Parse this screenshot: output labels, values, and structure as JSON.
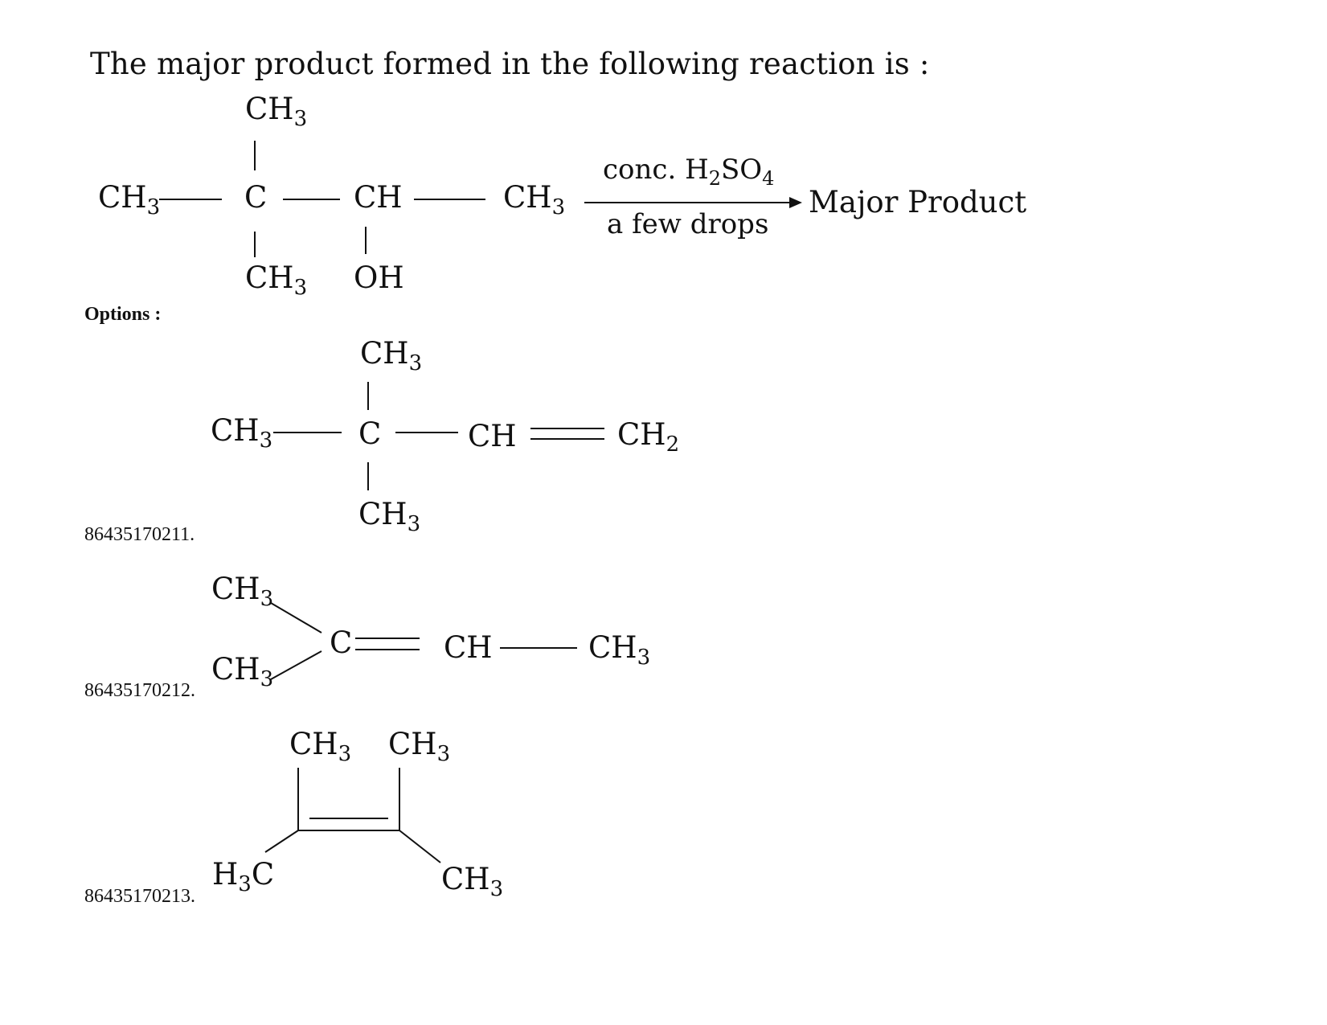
{
  "question": "The major product formed in the following reaction is :",
  "reactant": {
    "top_ch3": "CH3",
    "left_ch3": "CH3",
    "center_c": "C",
    "ch": "CH",
    "right_ch3": "CH3",
    "bottom_ch3": "CH3",
    "oh": "OH"
  },
  "reagent": {
    "above": "conc. H2SO4",
    "below": "a few drops"
  },
  "product_label": "Major Product",
  "options_label": "Options :",
  "options": [
    {
      "number": "86435170211.",
      "labels": {
        "top": "CH3",
        "left": "CH3",
        "c": "C",
        "ch": "CH",
        "ch2": "CH2",
        "bottom": "CH3"
      }
    },
    {
      "number": "86435170212.",
      "labels": {
        "ch3_upper": "CH3",
        "ch3_lower": "CH3",
        "c": "C",
        "ch": "CH",
        "ch3_right": "CH3"
      }
    },
    {
      "number": "86435170213.",
      "labels": {
        "ch3_top_left": "CH3",
        "ch3_top_right": "CH3",
        "h3c": "H3C",
        "ch3_bottom_right": "CH3"
      }
    }
  ]
}
